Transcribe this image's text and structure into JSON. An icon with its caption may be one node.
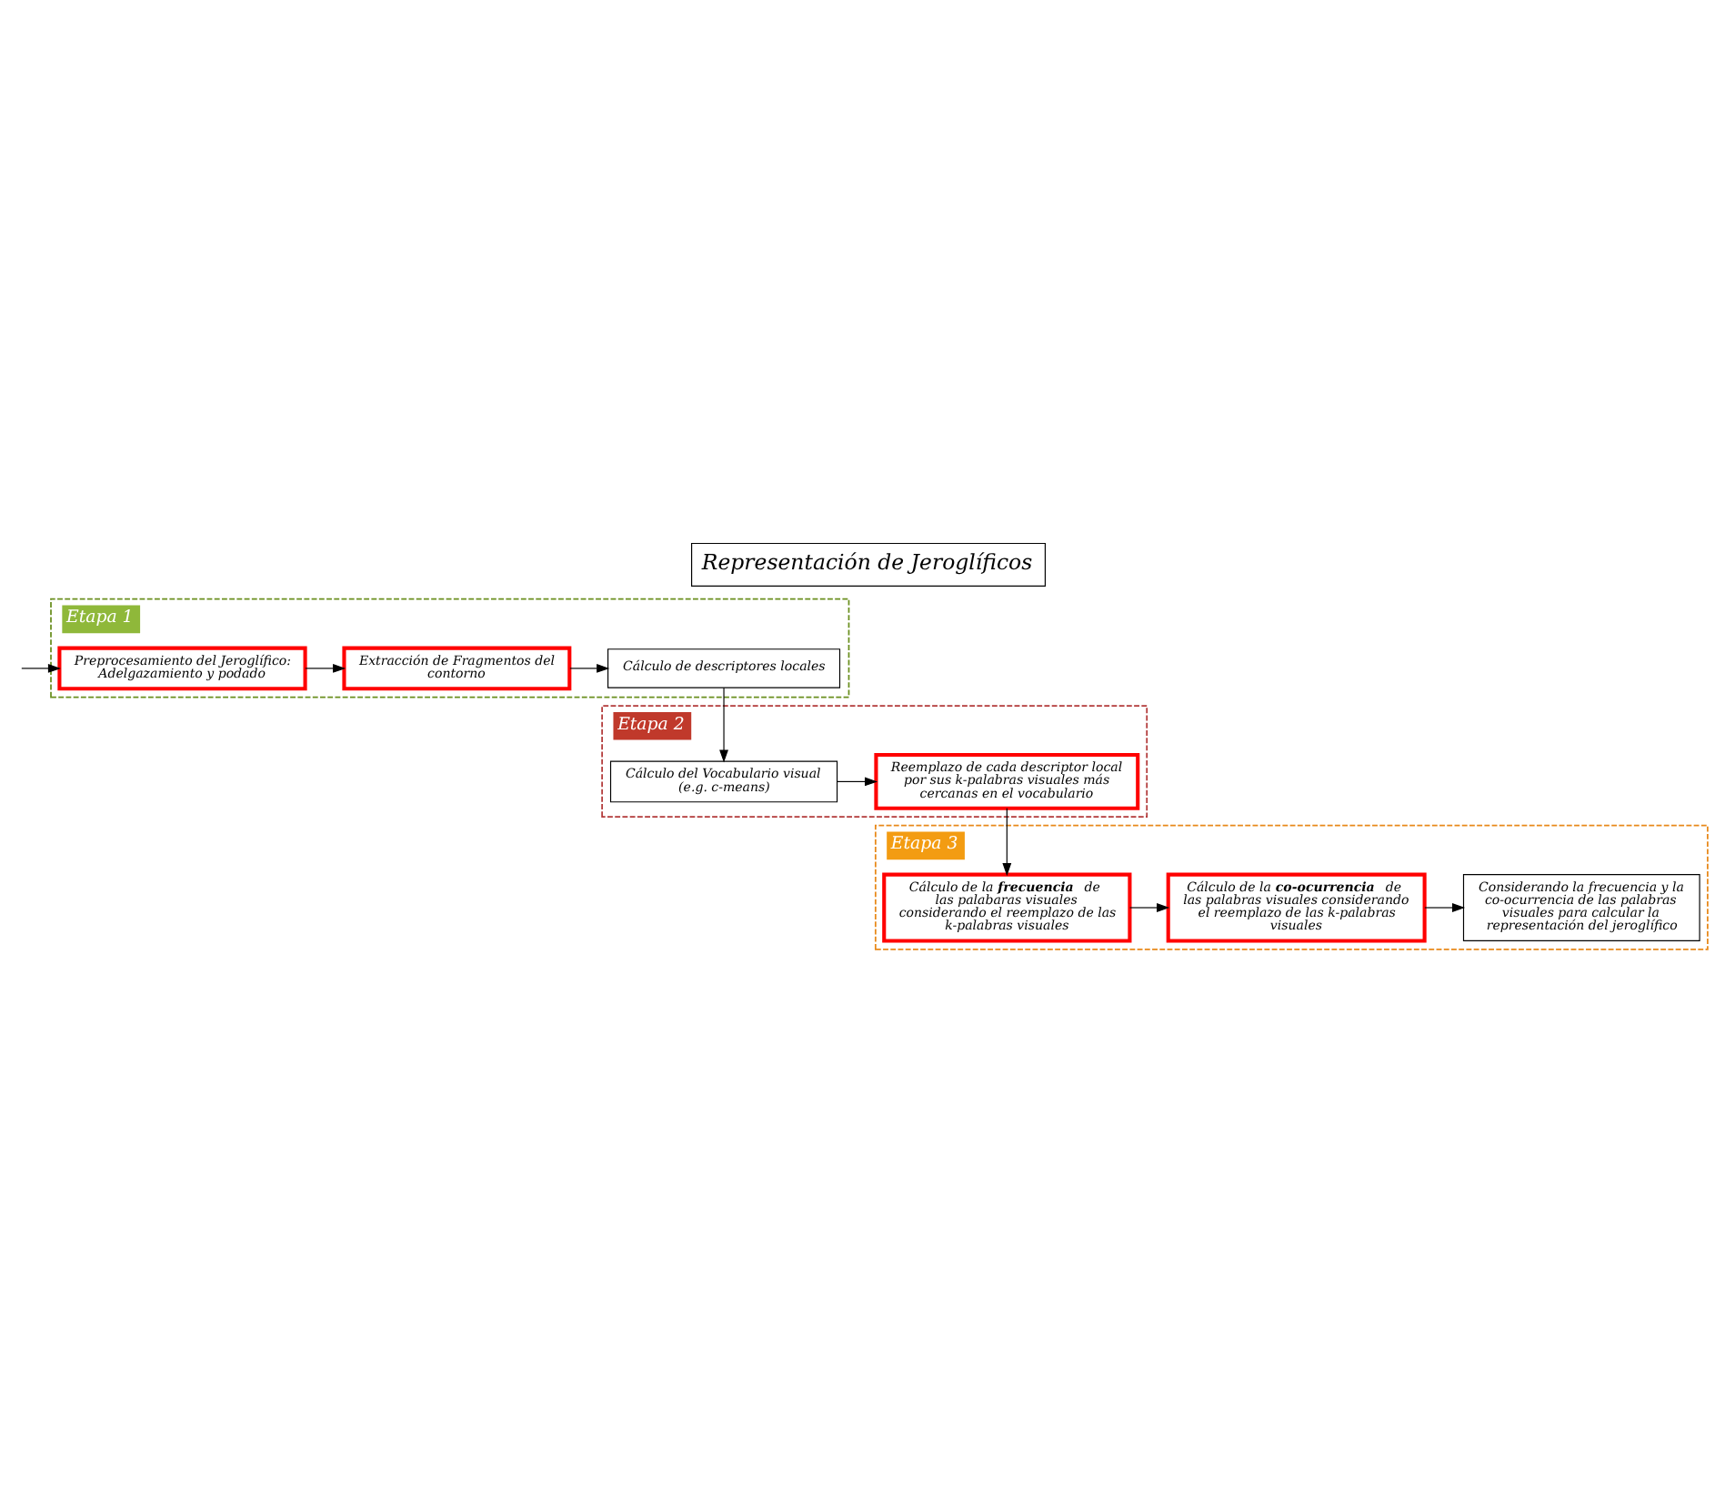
{
  "diagram": {
    "title": "Representación de Jeroglíficos",
    "nodes": [
      {
        "text": [
          "Etapa 1"
        ]
      },
      {
        "text": [
          "Preprocesamiento del Jeroglífico: Adelgazamiento y podado"
        ],
        "in": 0
      },
      {
        "text": [
          "Extracción de Fragmentos del contorno"
        ],
        "in": 0
      },
      {
        "text": [
          "Cálculo de descriptores locales"
        ],
        "in": 0
      },
      {
        "text": [
          "Etapa 2"
        ]
      },
      {
        "text": [
          "Cálculo del Vocabulario visual (e.g. c-means)"
        ],
        "in": 4
      },
      {
        "text": [
          "Reemplazo de cada descriptor local por sus k-palabras visuales más cercanas en el vocabulario"
        ],
        "in": 4
      },
      {
        "text": [
          "Etapa 3"
        ]
      },
      {
        "text": [
          "Cálculo de la **frecuencia** de las palabaras visuales considerando el reemplazo de las k-palabras visuales"
        ],
        "in": 7
      },
      {
        "text": [
          "Cálculo de la **co-ocurrencia** de las palabras visuales considerando el reemplazo de las k-palabras visuales"
        ],
        "in": 7
      },
      {
        "text": [
          "Considerando la frecuencia y la co-ocurrencia de las palabras visuales para calcular la representación del jeroglífico"
        ],
        "in": 7
      }
    ],
    "edges": [
      {
        "from": null,
        "to": 1,
        "arrow": "to"
      },
      {
        "from": 1,
        "to": 2,
        "arrow": "to"
      },
      {
        "from": 2,
        "to": 3,
        "arrow": "to"
      },
      {
        "from": 3,
        "to": 5,
        "arrow": "to"
      },
      {
        "from": 5,
        "to": 6,
        "arrow": "to"
      },
      {
        "from": 6,
        "to": 8,
        "arrow": "to"
      },
      {
        "from": 8,
        "to": 9,
        "arrow": "to"
      },
      {
        "from": 9,
        "to": 10,
        "arrow": "to"
      }
    ]
  }
}
